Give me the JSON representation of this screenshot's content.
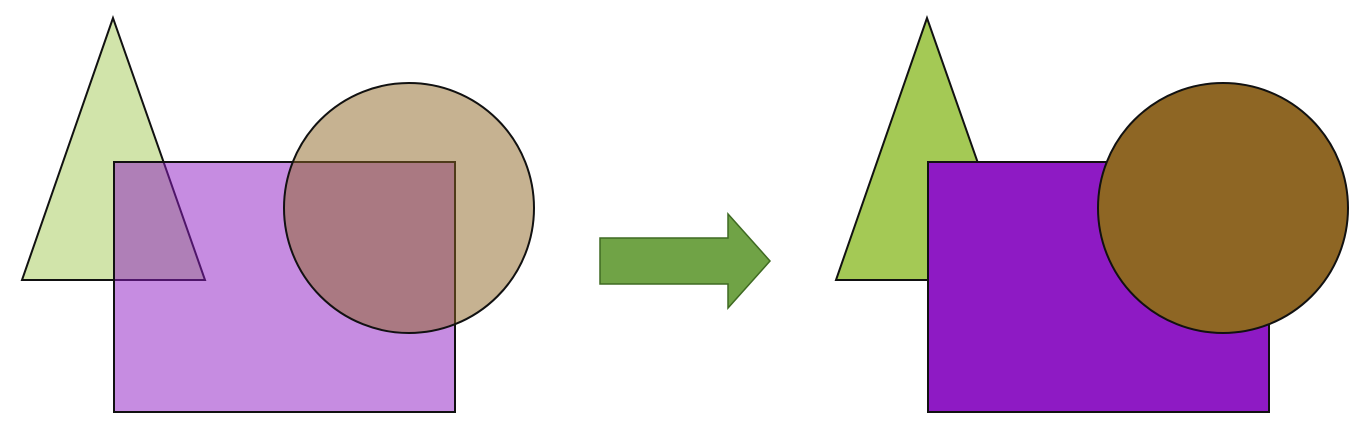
{
  "diagram": {
    "description_labels": [],
    "colors": {
      "background": "#ffffff",
      "stroke": "#111111",
      "triangle": "#a4c955",
      "rectangle": "#8e1ac4",
      "circle": "#8e6624",
      "arrow": "#70a346",
      "arrow_stroke": "#3f6a22"
    },
    "panels": [
      {
        "id": "left-panel",
        "label": "",
        "opacity_transparent": 0.5,
        "shapes": [
          "triangle",
          "rectangle",
          "circle"
        ]
      },
      {
        "id": "right-panel",
        "label": "",
        "opacity_transparent": 1.0,
        "shapes": [
          "triangle",
          "rectangle",
          "circle"
        ]
      }
    ],
    "arrow": {
      "direction": "right",
      "label": ""
    }
  }
}
